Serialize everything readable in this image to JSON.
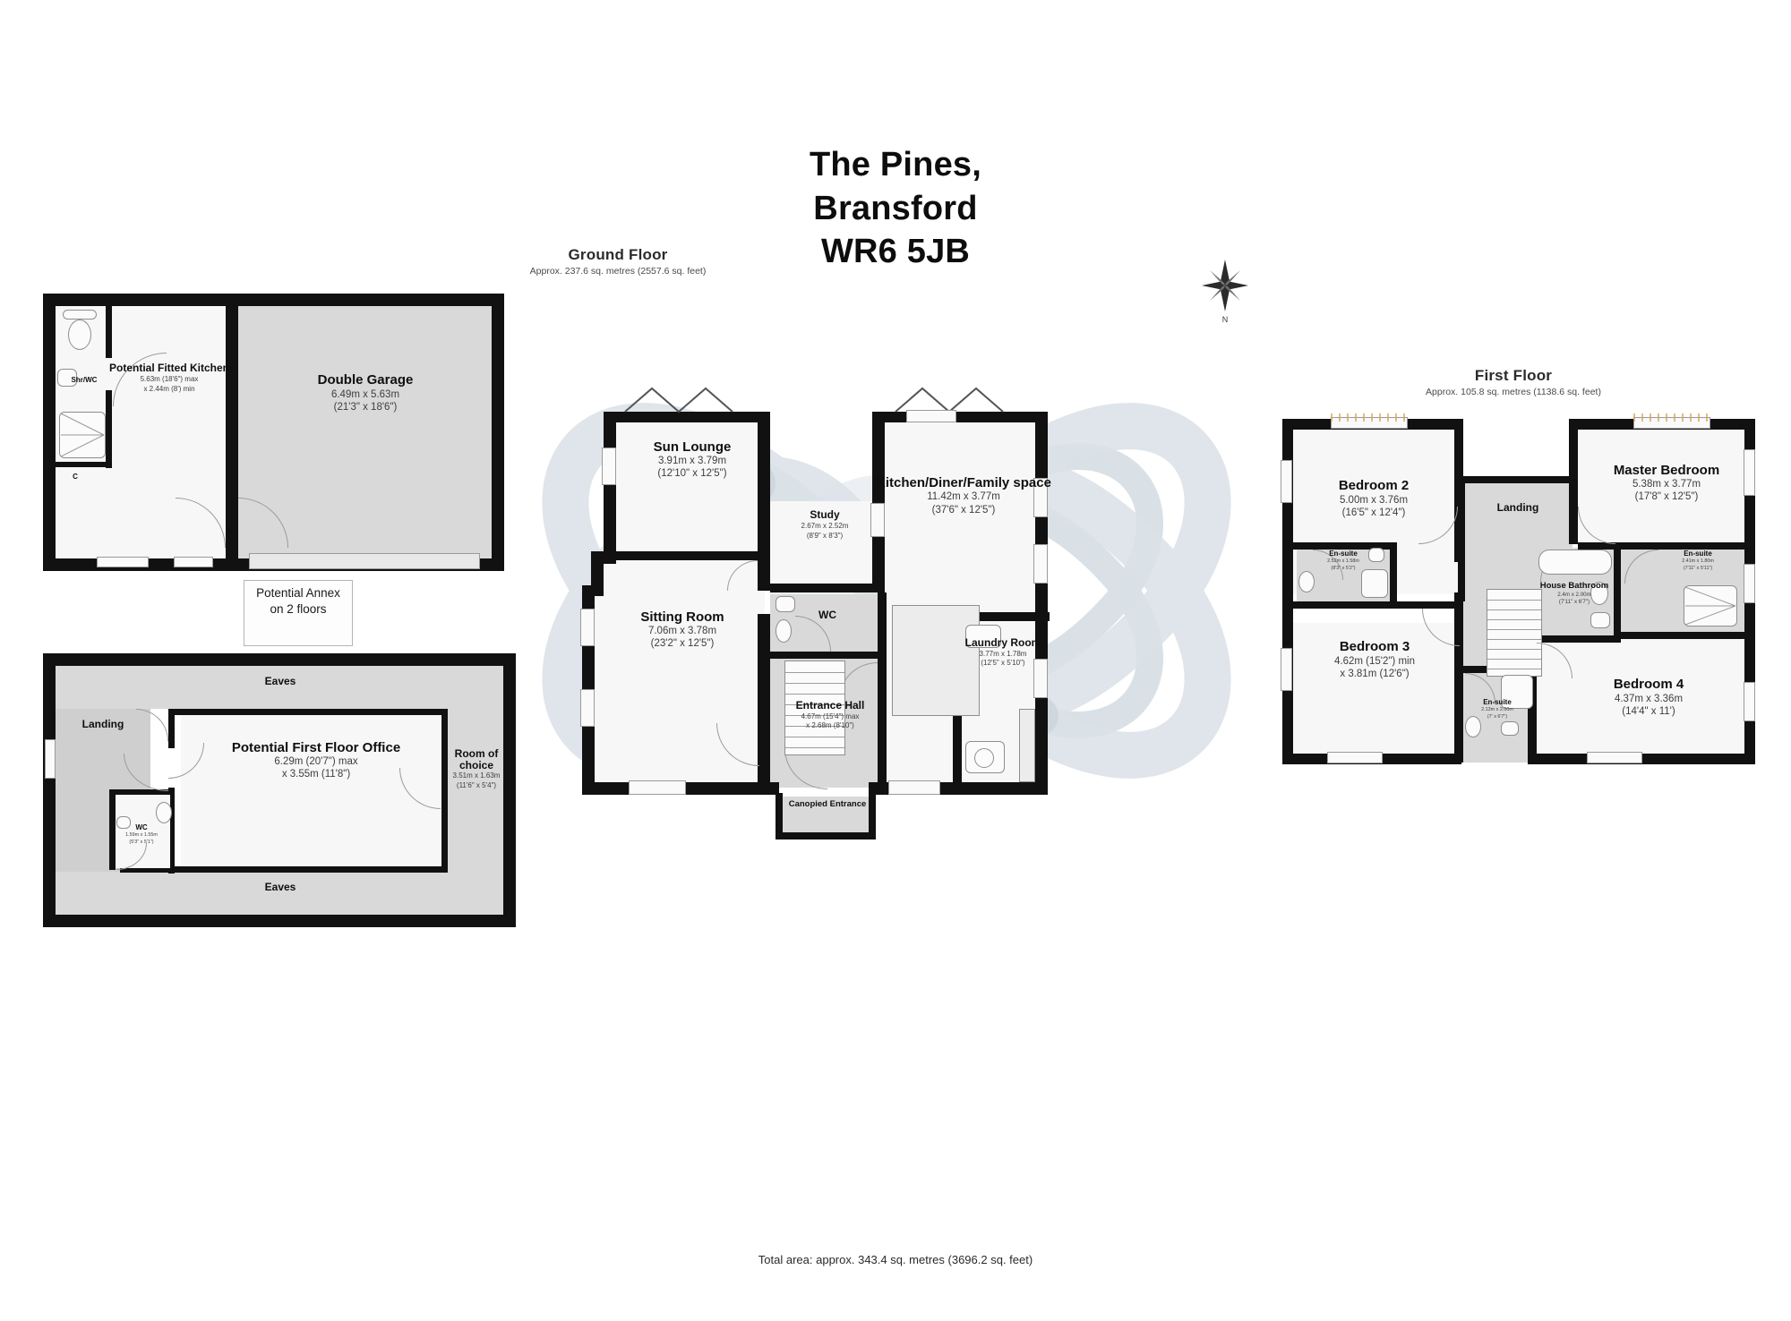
{
  "title": {
    "line1": "The Pines,",
    "line2": "Bransford",
    "line3": "WR6 5JB"
  },
  "compass": {
    "north_label": "N"
  },
  "footer": {
    "total_area": "Total area: approx. 343.4 sq. metres (3696.2 sq. feet)"
  },
  "floors": {
    "ground": {
      "heading": "Ground Floor",
      "area": "Approx. 237.6 sq. metres (2557.6 sq. feet)"
    },
    "first": {
      "heading": "First Floor",
      "area": "Approx. 105.8 sq. metres (1138.6 sq. feet)"
    }
  },
  "annex": {
    "callout": "Potential Annex on 2 floors",
    "ground_rooms": [
      {
        "name": "Shr/WC",
        "dims": ""
      },
      {
        "name": "C",
        "dims": ""
      },
      {
        "name": "Potential Fitted Kitchen",
        "dims_1": "5.63m (18'6\") max",
        "dims_2": "x 2.44m (8') min"
      },
      {
        "name": "Double Garage",
        "dims_1": "6.49m x 5.63m",
        "dims_2": "(21'3\" x 18'6\")"
      }
    ],
    "first_rooms": [
      {
        "name": "Eaves"
      },
      {
        "name": "Eaves"
      },
      {
        "name": "Landing"
      },
      {
        "name": "WC",
        "dims_1": "1.59m x 1.55m",
        "dims_2": "(5'3\" x 5'1\")"
      },
      {
        "name": "Potential First Floor Office",
        "dims_1": "6.29m (20'7\") max",
        "dims_2": "x 3.55m (11'8\")"
      },
      {
        "name": "Room of choice",
        "dims_1": "3.51m x 1.63m",
        "dims_2": "(11'6\" x 5'4\")"
      }
    ]
  },
  "ground_rooms": [
    {
      "name": "Sun Lounge",
      "dims_1": "3.91m x 3.79m",
      "dims_2": "(12'10\" x 12'5\")"
    },
    {
      "name": "Study",
      "dims_1": "2.67m x 2.52m",
      "dims_2": "(8'9\" x 8'3\")"
    },
    {
      "name": "Kitchen/Diner/Family space",
      "dims_1": "11.42m x 3.77m",
      "dims_2": "(37'6\" x 12'5\")"
    },
    {
      "name": "WC",
      "dims_1": "",
      "dims_2": ""
    },
    {
      "name": "Sitting Room",
      "dims_1": "7.06m x 3.78m",
      "dims_2": "(23'2\" x 12'5\")"
    },
    {
      "name": "Laundry Room",
      "dims_1": "3.77m x 1.78m",
      "dims_2": "(12'5\" x 5'10\")"
    },
    {
      "name": "Entrance Hall",
      "dims_1": "4.67m (15'4\") max",
      "dims_2": "x 2.68m (8'10\")"
    },
    {
      "name": "Canopied Entrance",
      "dims_1": "",
      "dims_2": ""
    }
  ],
  "first_rooms": [
    {
      "name": "Bedroom 2",
      "dims_1": "5.00m x 3.76m",
      "dims_2": "(16'5\" x 12'4\")"
    },
    {
      "name": "Master Bedroom",
      "dims_1": "5.38m x 3.77m",
      "dims_2": "(17'8\" x 12'5\")"
    },
    {
      "name": "Bedroom 3",
      "dims_1": "4.62m (15'2\") min",
      "dims_2": "x 3.81m (12'6\")"
    },
    {
      "name": "Bedroom 4",
      "dims_1": "4.37m x 3.36m",
      "dims_2": "(14'4\" x 11')"
    },
    {
      "name": "Landing",
      "dims_1": "",
      "dims_2": ""
    },
    {
      "name": "En-suite",
      "dims_1": "2.52m x 1.58m",
      "dims_2": "(8'3\" x 5'2\")"
    },
    {
      "name": "En-suite",
      "dims_1": "2.41m x 1.80m",
      "dims_2": "(7'11\" x 5'11\")"
    },
    {
      "name": "En-suite",
      "dims_1": "2.13m x 2.00m",
      "dims_2": "(7' x 6'7\")"
    },
    {
      "name": "House Bathroom",
      "dims_1": "2.4m x 2.00m",
      "dims_2": "(7'11\" x 6'7\")"
    }
  ],
  "colors": {
    "wall": "#111111",
    "room_light": "#f2f2f2",
    "room_shade": "#d9d9d9",
    "watermark": "#d6dde3",
    "text": "#1a1a1a"
  }
}
